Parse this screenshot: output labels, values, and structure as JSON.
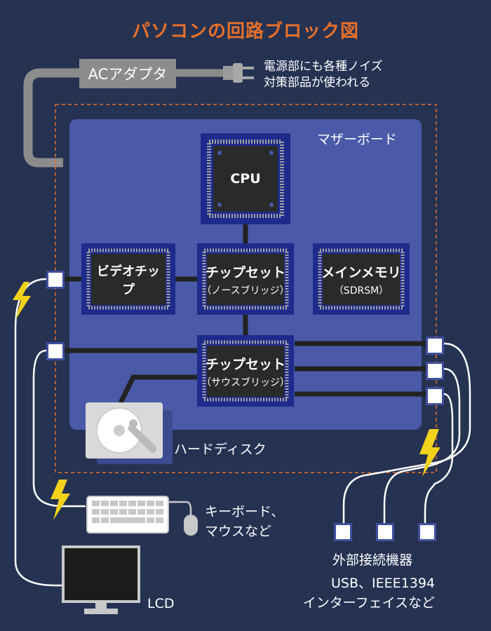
{
  "title": "パソコンの回路ブロック図",
  "adapter": {
    "label": "ACアダプタ",
    "note_line1": "電源部にも各種ノイズ",
    "note_line2": "対策部品が使われる"
  },
  "motherboard": {
    "label": "マザーボード"
  },
  "chips": {
    "cpu": {
      "label": "CPU"
    },
    "video": {
      "label": "ビデオチップ"
    },
    "northbridge": {
      "label": "チップセット",
      "sub": "（ノースブリッジ）"
    },
    "memory": {
      "label": "メインメモリ",
      "sub": "（SDRSM）"
    },
    "southbridge": {
      "label": "チップセット",
      "sub": "（サウスブリッジ）"
    }
  },
  "devices": {
    "hdd": {
      "label": "ハードディスク"
    },
    "keyboard": {
      "label_line1": "キーボード、",
      "label_line2": "マウスなど"
    },
    "lcd": {
      "label": "LCD"
    },
    "external": {
      "label": "外部接続機器",
      "sub_line1": "USB、IEEE1394",
      "sub_line2": "インターフェイスなど"
    }
  },
  "colors": {
    "background": "#253252",
    "title": "#e8702a",
    "board": "#4a5aa8",
    "chip_frame": "#1e2b8c",
    "chip_core": "#2a2a2a",
    "wire": "#222222",
    "adapter": "#8c8c8c",
    "dashed_border": "#e8702a",
    "noise": "#f3d21b"
  }
}
